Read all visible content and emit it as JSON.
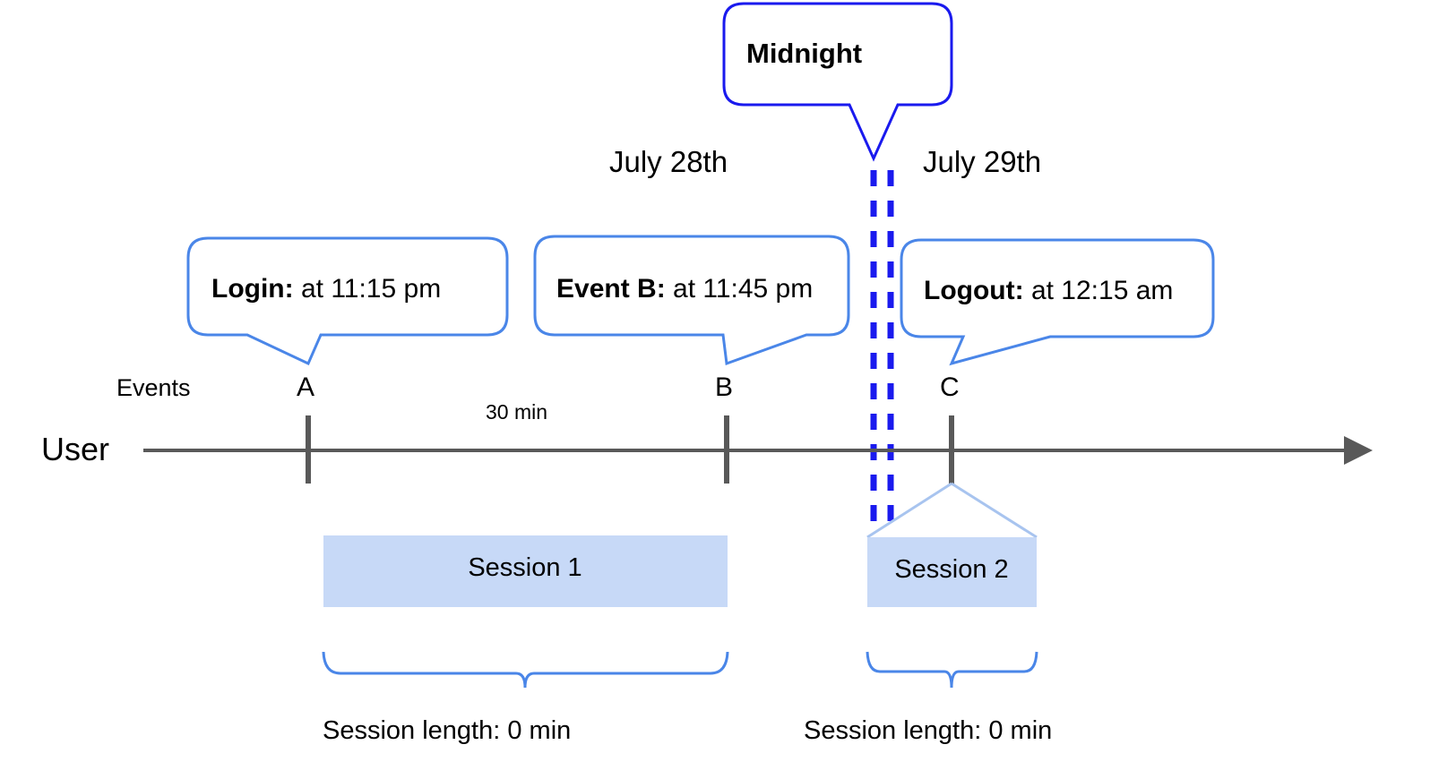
{
  "diagram": {
    "title_callout": {
      "label": "Midnight"
    },
    "dates": [
      {
        "label": "July 28th"
      },
      {
        "label": "July 29th"
      }
    ],
    "event_callouts": [
      {
        "name": "login",
        "bold": "Login:",
        "rest": " at 11:15 pm"
      },
      {
        "name": "eventb",
        "bold": "Event B:",
        "rest": " at 11:45 pm"
      },
      {
        "name": "logout",
        "bold": "Logout:",
        "rest": " at 12:15 am"
      }
    ],
    "row_labels": {
      "events": "Events",
      "user": "User"
    },
    "markers": [
      {
        "label": "A"
      },
      {
        "label": "B"
      },
      {
        "label": "C"
      }
    ],
    "interval_label": "30 min",
    "sessions": [
      {
        "label": "Session 1",
        "length_label": "Session length: 0 min"
      },
      {
        "label": "Session 2",
        "length_label": "Session length: 0 min"
      }
    ],
    "colors": {
      "midnight_line": "#1a1aee",
      "callout_border": "#4a86e8",
      "midnight_border": "#1a1aee",
      "session_fill": "#c7d9f7",
      "axis": "#595959",
      "tick": "#595959",
      "brace": "#4a86e8",
      "text": "#000000"
    }
  }
}
